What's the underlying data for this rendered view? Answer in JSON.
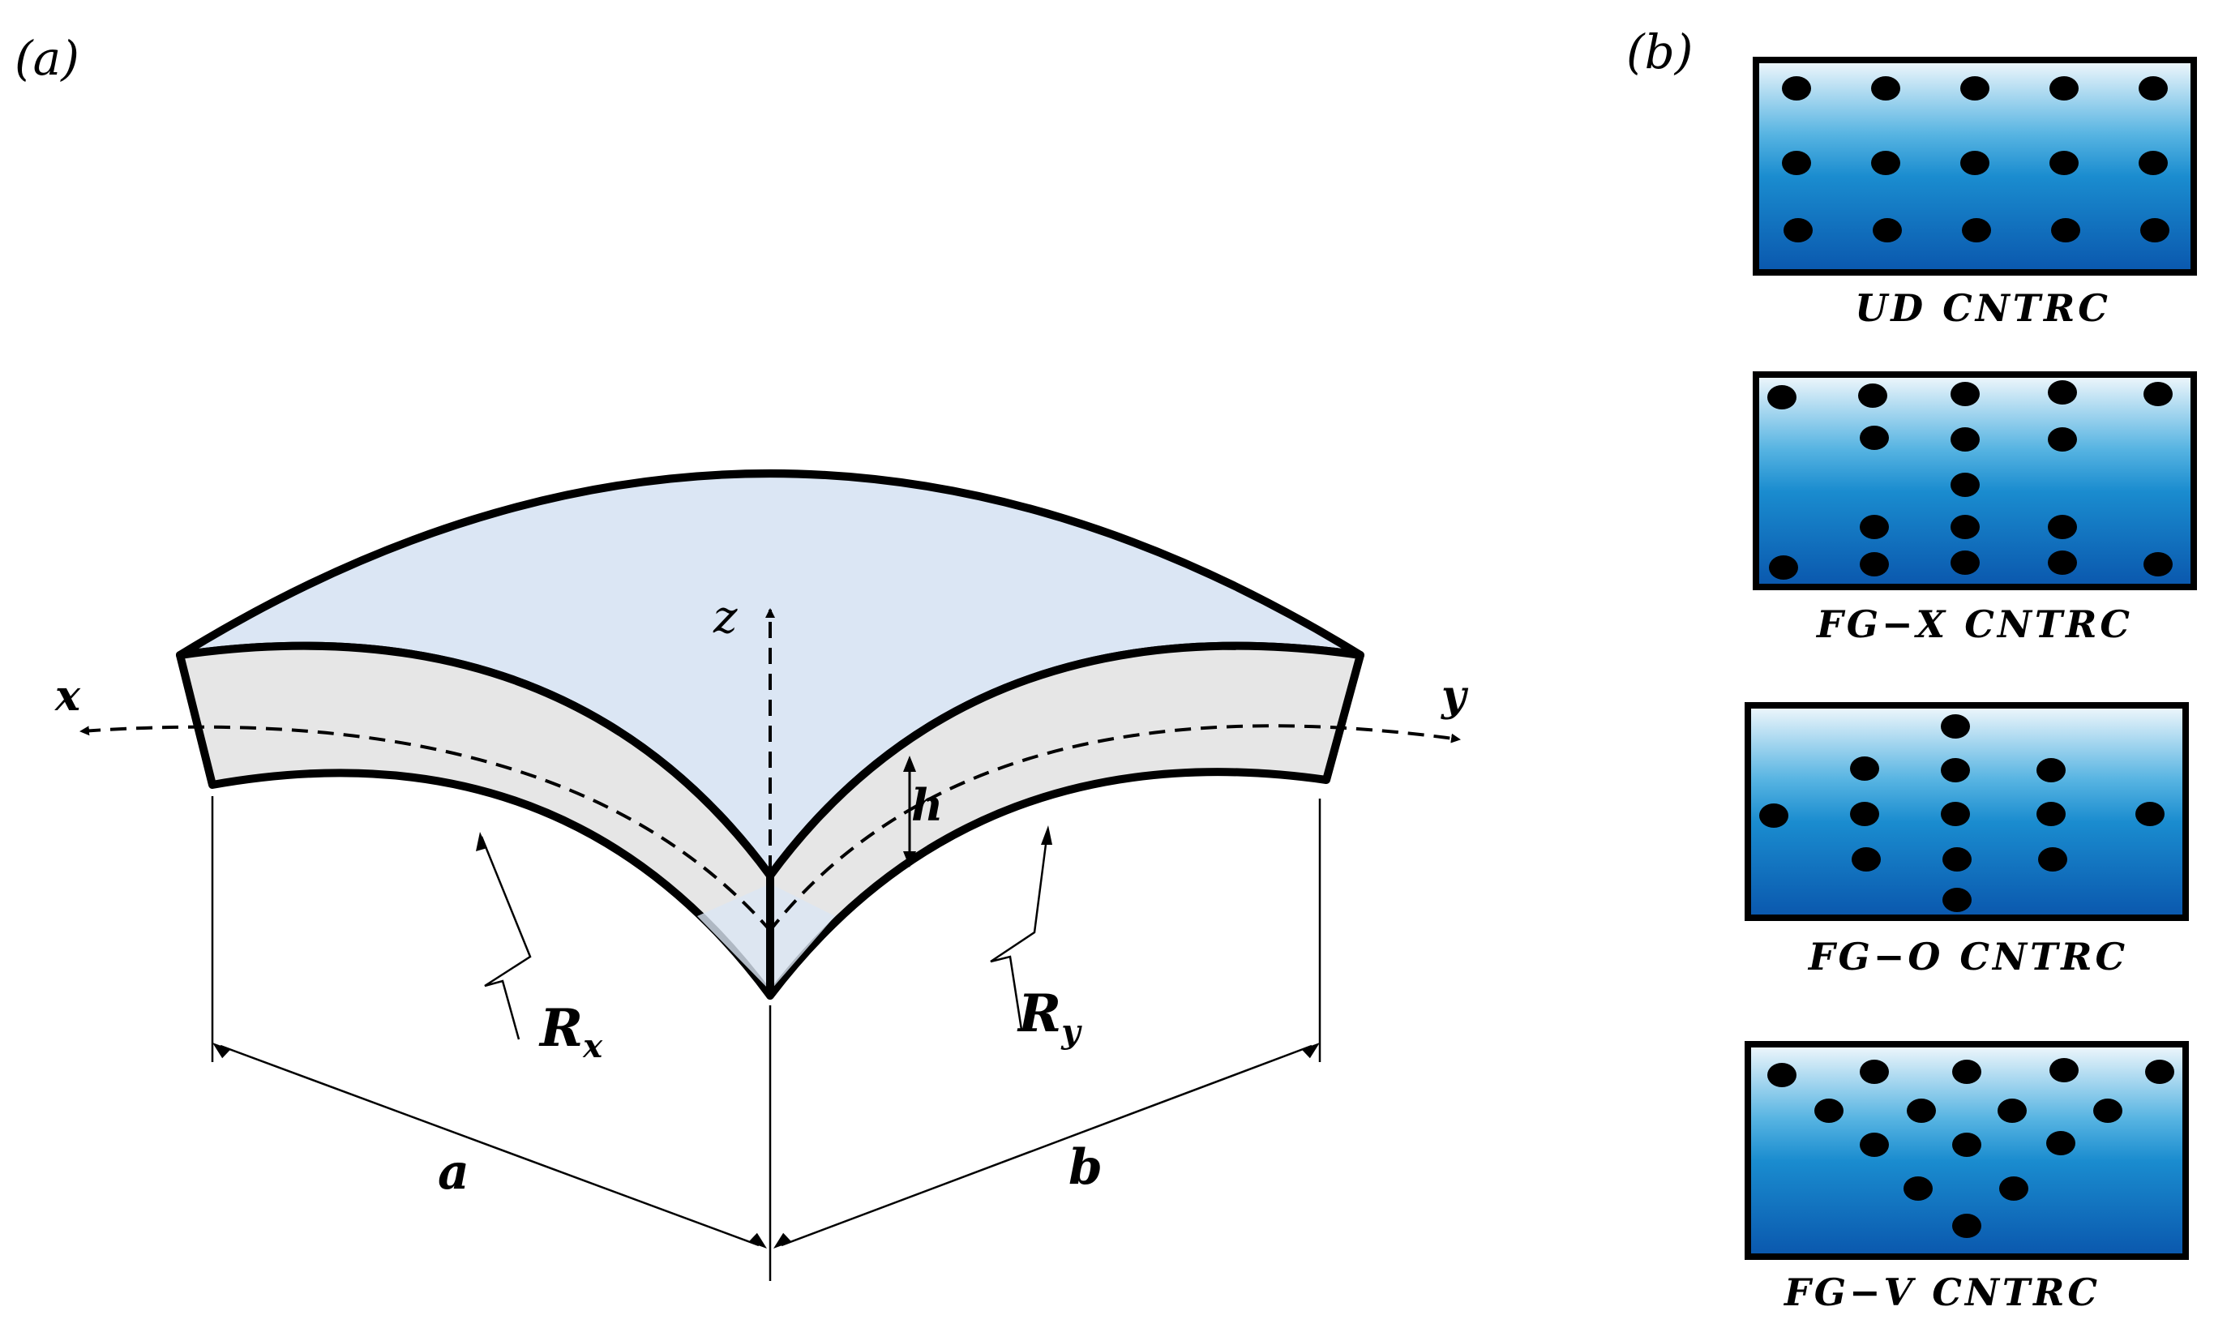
{
  "panel_a": {
    "label": "(a)",
    "axis_x": "x",
    "axis_y": "y",
    "axis_z": "z",
    "thickness": "h",
    "radius_x": "R",
    "radius_x_sub": "x",
    "radius_y": "R",
    "radius_y_sub": "y",
    "length_a": "a",
    "length_b": "b"
  },
  "panel_b": {
    "label": "(b)",
    "captions": [
      "UD CNTRC",
      "FG−X CNTRC",
      "FG−O CNTRC",
      "FG−V CNTRC"
    ]
  },
  "colors": {
    "top_surface": "#dbe6f4",
    "side_face": "#e6e6e6",
    "outline": "#000000",
    "panel_light": "#e9f4fb",
    "panel_mid": "#1e8fd0",
    "panel_dark": "#0b5bb0",
    "fiber": "#000000"
  }
}
